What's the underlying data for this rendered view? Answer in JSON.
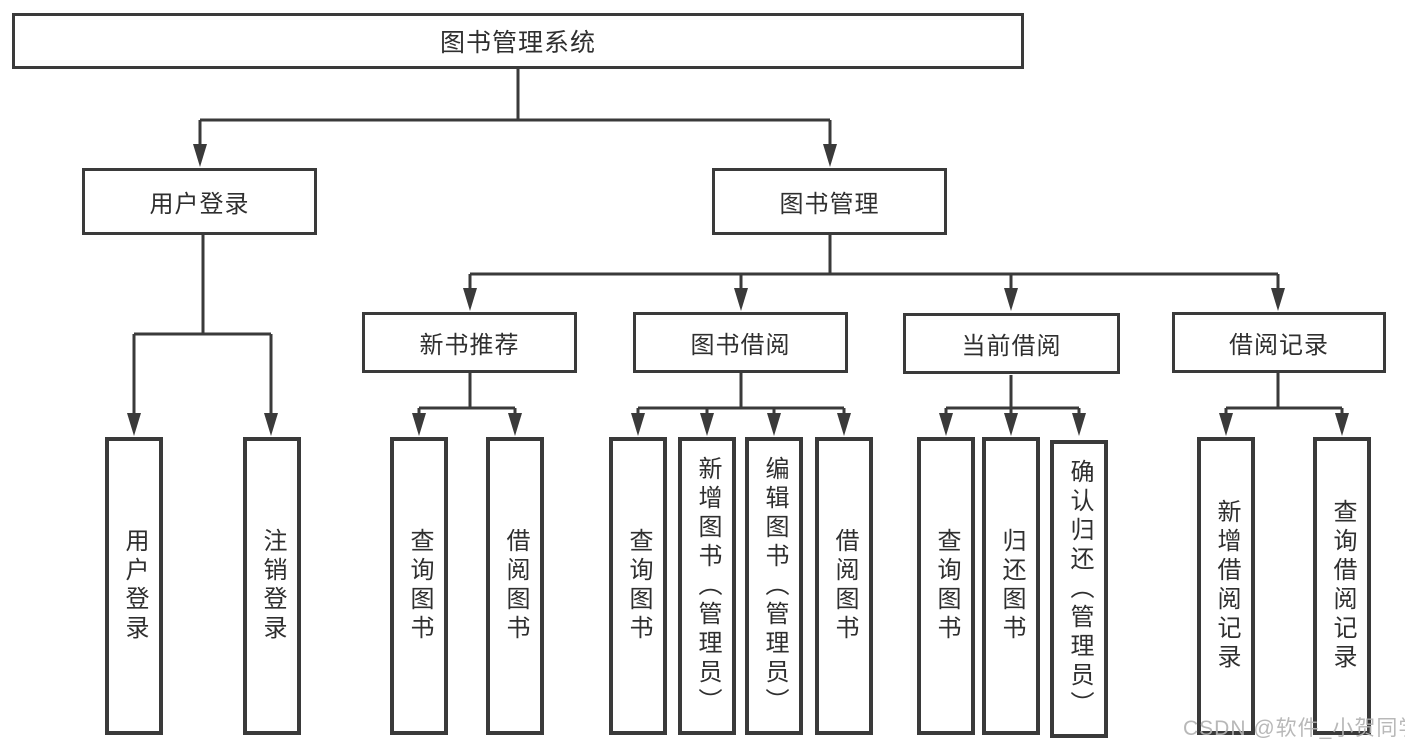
{
  "diagram_type": "tree-diagram",
  "watermark": "CSDN @软件_小贺同学",
  "colors": {
    "background": "#ffffff",
    "line": "#3a3a3a",
    "box_border": "#3a3a3a",
    "text": "#2f2f2f",
    "watermark": "#b2b2b2"
  },
  "nodes": {
    "root": "图书管理系统",
    "user_login": "用户登录",
    "book_mgmt": "图书管理",
    "new_book_rec": "新书推荐",
    "book_borrow": "图书借阅",
    "current_borrow": "当前借阅",
    "borrow_record": "借阅记录",
    "leaf_user_login": "用户登录",
    "leaf_logout": "注销登录",
    "leaf_query_books_rec": "查询图书",
    "leaf_borrow_books_rec": "借阅图书",
    "leaf_query_books_borrow": "查询图书",
    "leaf_add_book_admin": "新增图书（管理员）",
    "leaf_edit_book_admin": "编辑图书（管理员）",
    "leaf_borrow_books_borrow": "借阅图书",
    "leaf_query_books_current": "查询图书",
    "leaf_return_books": "归还图书",
    "leaf_confirm_return_admin": "确认归还（管理员）",
    "leaf_add_borrow_record": "新增借阅记录",
    "leaf_query_borrow_record": "查询借阅记录"
  },
  "hierarchy": {
    "图书管理系统": {
      "用户登录": [
        "用户登录",
        "注销登录"
      ],
      "图书管理": {
        "新书推荐": [
          "查询图书",
          "借阅图书"
        ],
        "图书借阅": [
          "查询图书",
          "新增图书（管理员）",
          "编辑图书（管理员）",
          "借阅图书"
        ],
        "当前借阅": [
          "查询图书",
          "归还图书",
          "确认归还（管理员）"
        ],
        "借阅记录": [
          "新增借阅记录",
          "查询借阅记录"
        ]
      }
    }
  }
}
